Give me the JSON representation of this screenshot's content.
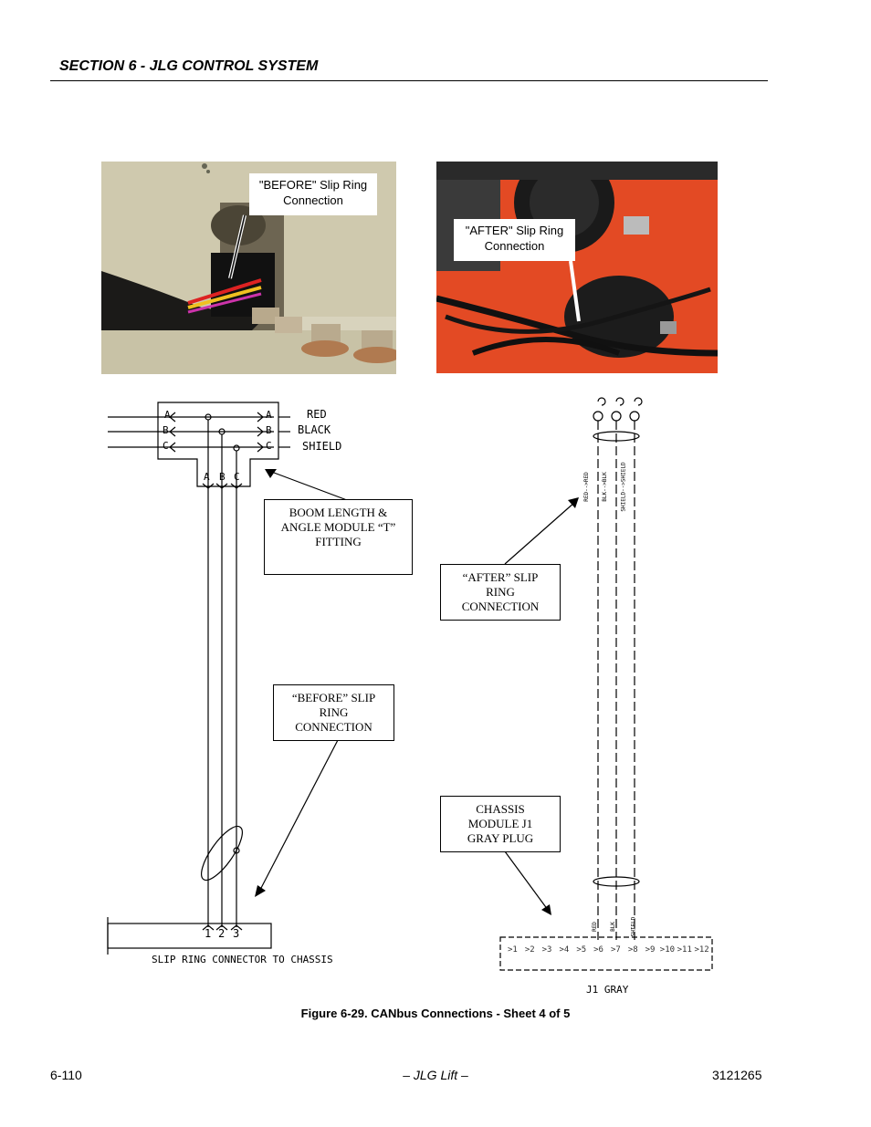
{
  "header": {
    "section_title": "SECTION 6 - JLG CONTROL SYSTEM"
  },
  "photos": {
    "before": {
      "label": "\"BEFORE\" Slip Ring Connection"
    },
    "after": {
      "label": "\"AFTER\" Slip Ring Connection"
    }
  },
  "left_diagram": {
    "wires": [
      "RED",
      "BLACK",
      "SHIELD"
    ],
    "pins": [
      "A",
      "B",
      "C"
    ],
    "bottom_pins": [
      "1",
      "2",
      "3"
    ],
    "tee_label": "BOOM LENGTH & ANGLE MODULE “T” FITTING",
    "before_label": "“BEFORE” SLIP RING CONNECTION",
    "connector_label": "SLIP RING CONNECTOR TO CHASSIS"
  },
  "right_diagram": {
    "wire_labels": [
      "RED-->RED",
      "BLK-->BLK",
      "SHIELD-->SHIELD"
    ],
    "after_label": "“AFTER” SLIP RING CONNECTION",
    "chassis_label": "CHASSIS MODULE J1 GRAY PLUG",
    "pins": [
      "1",
      "2",
      "3",
      "4",
      "5",
      "6",
      "7",
      "8",
      "9",
      "10",
      "11",
      "12"
    ],
    "pin_wire_labels": [
      "RED",
      "BLK",
      "SHIELD"
    ],
    "plug_label": "J1 GRAY"
  },
  "caption": "Figure 6-29.  CANbus Connections - Sheet 4 of 5",
  "footer": {
    "page": "6-110",
    "center": "– JLG Lift –",
    "doc_number": "3121265"
  }
}
